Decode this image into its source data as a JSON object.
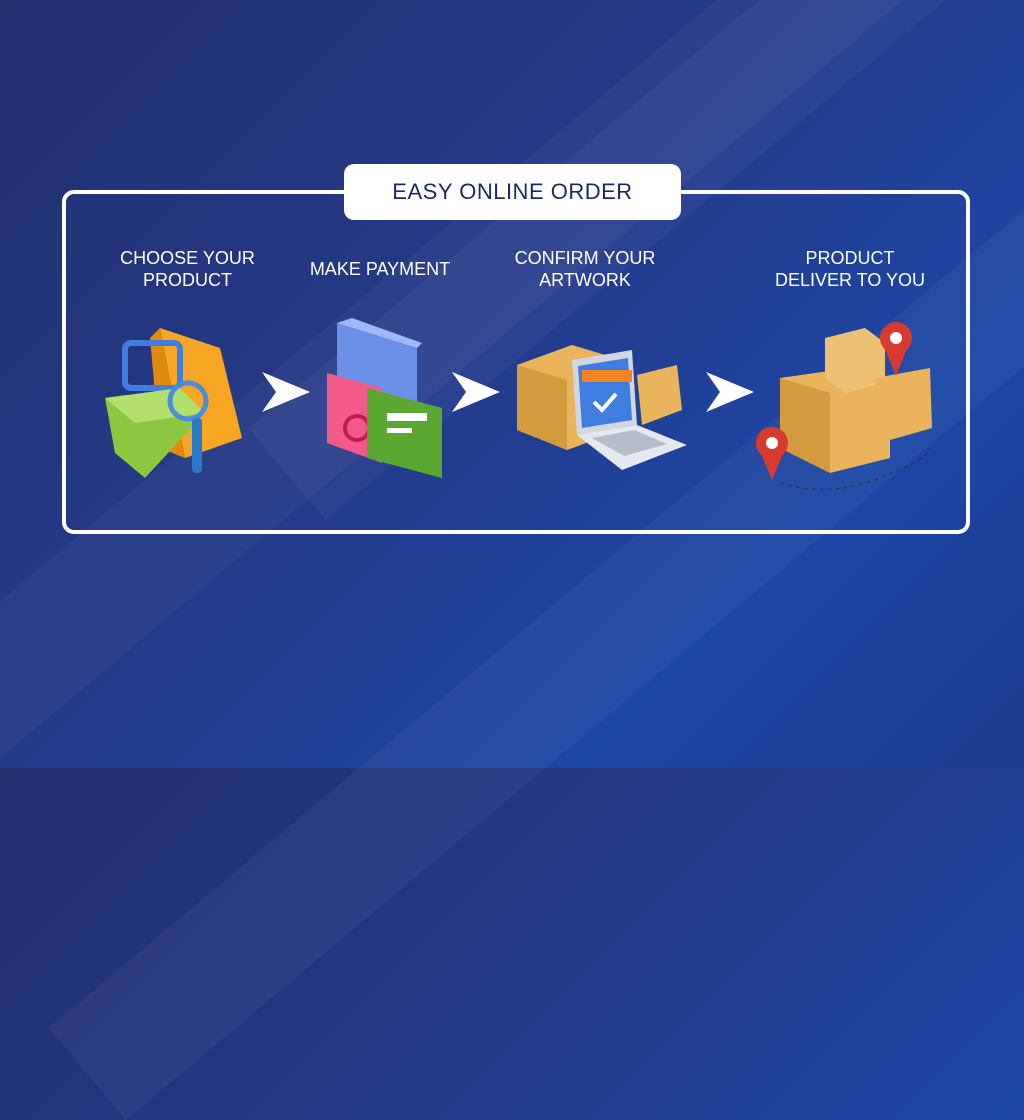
{
  "title": "EASY ONLINE ORDER",
  "steps": [
    {
      "label": "CHOOSE YOUR\nPRODUCT",
      "icon": "shopping-basket-icon"
    },
    {
      "label": "MAKE  PAYMENT",
      "icon": "payment-icon"
    },
    {
      "label": "CONFIRM YOUR\nARTWORK",
      "icon": "laptop-shop-icon"
    },
    {
      "label": "PRODUCT\nDELIVER TO YOU",
      "icon": "delivery-boxes-icon"
    }
  ]
}
